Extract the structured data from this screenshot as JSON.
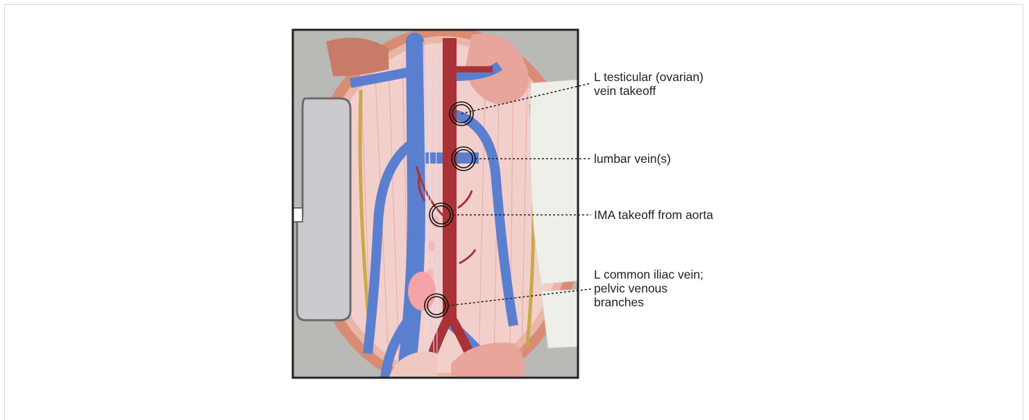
{
  "callouts": [
    {
      "id": "testicular",
      "lines": [
        "L testicular (ovarian)",
        "vein takeoff"
      ]
    },
    {
      "id": "lumbar",
      "lines": [
        "lumbar vein(s)"
      ]
    },
    {
      "id": "ima",
      "lines": [
        "IMA takeoff from aorta"
      ]
    },
    {
      "id": "iliac",
      "lines": [
        "L common iliac vein;",
        "pelvic venous",
        "branches"
      ]
    }
  ],
  "colors": {
    "vein": "#5b7fcf",
    "artery": "#a83236",
    "tissue": "#f3cfcb",
    "wall": "#d98b74",
    "border": "#222222",
    "retractor": "#cbcbcf",
    "gauze": "#efefea",
    "nerve": "#c9a94a"
  }
}
